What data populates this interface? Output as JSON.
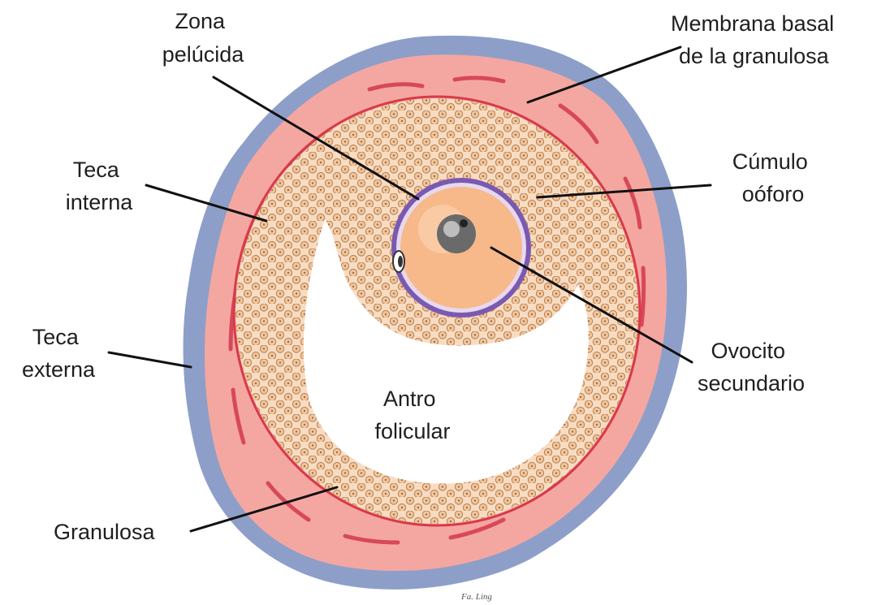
{
  "colors": {
    "teca_externa": "#8d9fc9",
    "teca_interna": "#f4a7a0",
    "vessels": "#d8485a",
    "basal_membrane": "#d83a4a",
    "granulosa_fill": "#f8dcc2",
    "cell_fill": "#f2c79d",
    "cell_stroke": "#b9845a",
    "antrum": "#ffffff",
    "zona_pelucida": "#7a5ab0",
    "ovocito": "#f7b98a",
    "nucleus": "#6a6a6a"
  },
  "labels": {
    "zona_pelucida": [
      "Zona",
      "pelúcida"
    ],
    "membrana_basal": [
      "Membrana basal",
      "de la granulosa"
    ],
    "teca_interna": [
      "Teca",
      "interna"
    ],
    "cumulo_ooforo": [
      "Cúmulo",
      "oóforo"
    ],
    "teca_externa": [
      "Teca",
      "externa"
    ],
    "ovocito_secundario": [
      "Ovocito",
      "secundario"
    ],
    "antro_folicular": [
      "Antro",
      "folicular"
    ],
    "granulosa": "Granulosa"
  },
  "signature": "Fa. Ling"
}
